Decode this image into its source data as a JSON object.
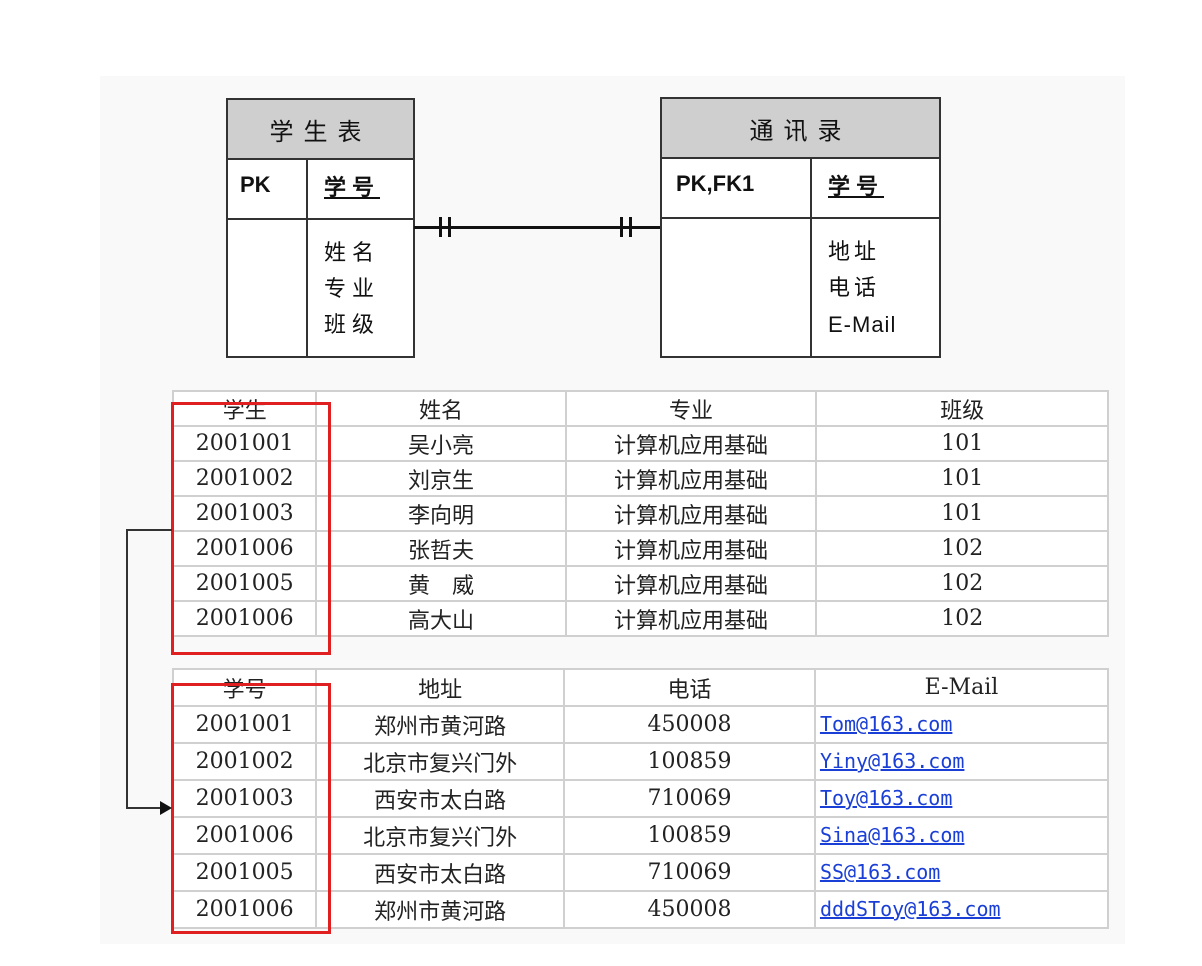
{
  "er_diagram": {
    "entity_left": {
      "title": "学生表",
      "key_label": "PK",
      "key_field": "学号",
      "attributes": [
        "姓名",
        "专业",
        "班级"
      ]
    },
    "entity_right": {
      "title": "通讯录",
      "key_label": "PK,FK1",
      "key_field": "学号",
      "attributes": [
        "地址",
        "电话",
        "E-Mail"
      ]
    },
    "relationship": "one-to-one"
  },
  "student_table": {
    "headers": [
      "学生",
      "姓名",
      "专业",
      "班级"
    ],
    "rows": [
      [
        "2001001",
        "吴小亮",
        "计算机应用基础",
        "101"
      ],
      [
        "2001002",
        "刘京生",
        "计算机应用基础",
        "101"
      ],
      [
        "2001003",
        "李向明",
        "计算机应用基础",
        "101"
      ],
      [
        "2001006",
        "张哲夫",
        "计算机应用基础",
        "102"
      ],
      [
        "2001005",
        "黄　威",
        "计算机应用基础",
        "102"
      ],
      [
        "2001006",
        "高大山",
        "计算机应用基础",
        "102"
      ]
    ]
  },
  "contact_table": {
    "headers": [
      "学号",
      "地址",
      "电话",
      "E-Mail"
    ],
    "rows": [
      [
        "2001001",
        "郑州市黄河路",
        "450008",
        "Tom@163.com"
      ],
      [
        "2001002",
        "北京市复兴门外",
        "100859",
        "Yiny@163.com"
      ],
      [
        "2001003",
        "西安市太白路",
        "710069",
        "Toy@163.com"
      ],
      [
        "2001006",
        "北京市复兴门外",
        "100859",
        "Sina@163.com"
      ],
      [
        "2001005",
        "西安市太白路",
        "710069",
        "SS@163.com"
      ],
      [
        "2001006",
        "郑州市黄河路",
        "450008",
        "dddSToy@163.com"
      ]
    ]
  },
  "colors": {
    "highlight": "#e02020",
    "link": "#1a3fd6",
    "header_fill": "#cfcfcf"
  }
}
